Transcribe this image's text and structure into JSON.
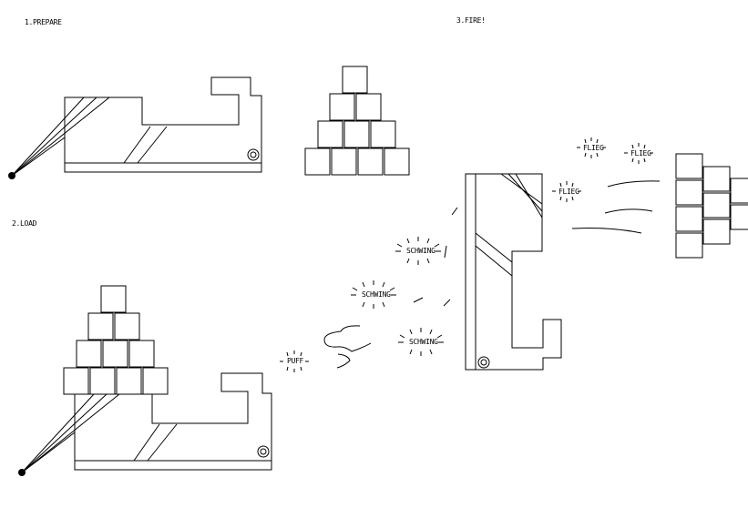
{
  "steps": {
    "prepare": "1.PREPARE",
    "load": "2.LOAD",
    "fire": "3.FIRE!"
  },
  "sounds": {
    "schwing_1": "SCHWING",
    "schwing_2": "SCHWING",
    "schwing_3": "SCHWING",
    "puff": "PUFF",
    "flieg_1": "FLIEG",
    "flieg_2": "FLIEG",
    "flieg_3": "FLIEG"
  }
}
